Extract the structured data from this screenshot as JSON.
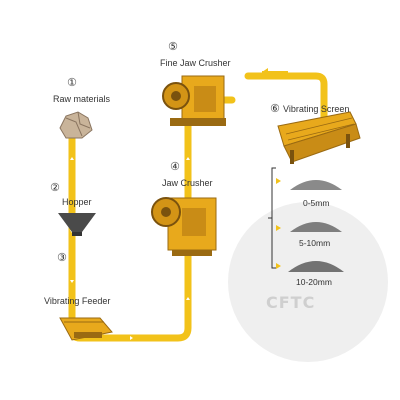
{
  "steps": [
    {
      "num": "①",
      "label": "Raw materials"
    },
    {
      "num": "②",
      "label": "Hopper"
    },
    {
      "num": "③",
      "label": "Vibrating Feeder"
    },
    {
      "num": "④",
      "label": "Jaw Crusher"
    },
    {
      "num": "⑤",
      "label": "Fine Jaw Crusher"
    },
    {
      "num": "⑥",
      "label": "Vibrating Screen"
    }
  ],
  "products": [
    "0-5mm",
    "5-10mm",
    "10-20mm"
  ],
  "logo": "CFTC",
  "colors": {
    "belt": "#f2c21a",
    "machine": "#e8a91c",
    "machine_dark": "#b9771a",
    "circle": "#efefef",
    "arrow": "#f2c21a",
    "gravel": "#8a8a8a"
  },
  "icons": [
    "raw-materials-icon",
    "hopper-icon",
    "vibrating-feeder-icon",
    "jaw-crusher-icon",
    "fine-jaw-crusher-icon",
    "vibrating-screen-icon",
    "gravel-pile-icon"
  ]
}
